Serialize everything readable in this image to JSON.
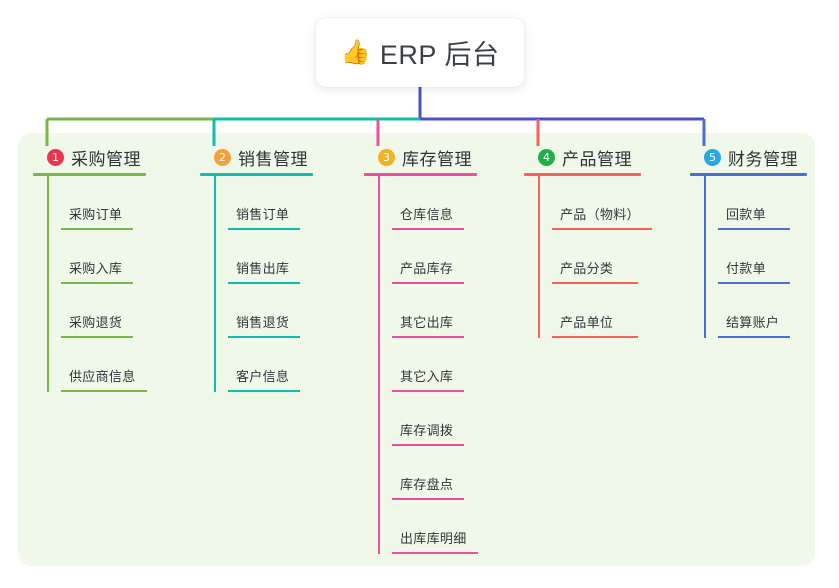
{
  "root": {
    "icon": "thumbs-up-icon",
    "emoji": "👍",
    "label": "ERP 后台"
  },
  "palette": {
    "panel_background": "#eff8e9",
    "page_background": "#ffffff",
    "root_connector": "#4a51c8",
    "text": "#32363c"
  },
  "columns": [
    {
      "number": "1",
      "title": "采购管理",
      "badge_color": "#e8384f",
      "line_color": "#7ab648",
      "items": [
        {
          "label": "采购订单"
        },
        {
          "label": "采购入库"
        },
        {
          "label": "采购退货"
        },
        {
          "label": "供应商信息"
        }
      ]
    },
    {
      "number": "2",
      "title": "销售管理",
      "badge_color": "#f5a03c",
      "line_color": "#12bdad",
      "items": [
        {
          "label": "销售订单"
        },
        {
          "label": "销售出库"
        },
        {
          "label": "销售退货"
        },
        {
          "label": "客户信息"
        }
      ]
    },
    {
      "number": "3",
      "title": "库存管理",
      "badge_color": "#f0b323",
      "line_color": "#ea4fa0",
      "items": [
        {
          "label": "仓库信息"
        },
        {
          "label": "产品库存"
        },
        {
          "label": "其它出库"
        },
        {
          "label": "其它入库"
        },
        {
          "label": "库存调拨"
        },
        {
          "label": "库存盘点"
        },
        {
          "label": "出库库明细"
        }
      ]
    },
    {
      "number": "4",
      "title": "产品管理",
      "badge_color": "#20b04b",
      "line_color": "#f8605a",
      "items": [
        {
          "label": "产品（物料）"
        },
        {
          "label": "产品分类"
        },
        {
          "label": "产品单位"
        }
      ]
    },
    {
      "number": "5",
      "title": "财务管理",
      "badge_color": "#27a7e5",
      "line_color": "#4a6fd0",
      "items": [
        {
          "label": "回款单"
        },
        {
          "label": "付款单"
        },
        {
          "label": "结算账户"
        }
      ]
    }
  ]
}
